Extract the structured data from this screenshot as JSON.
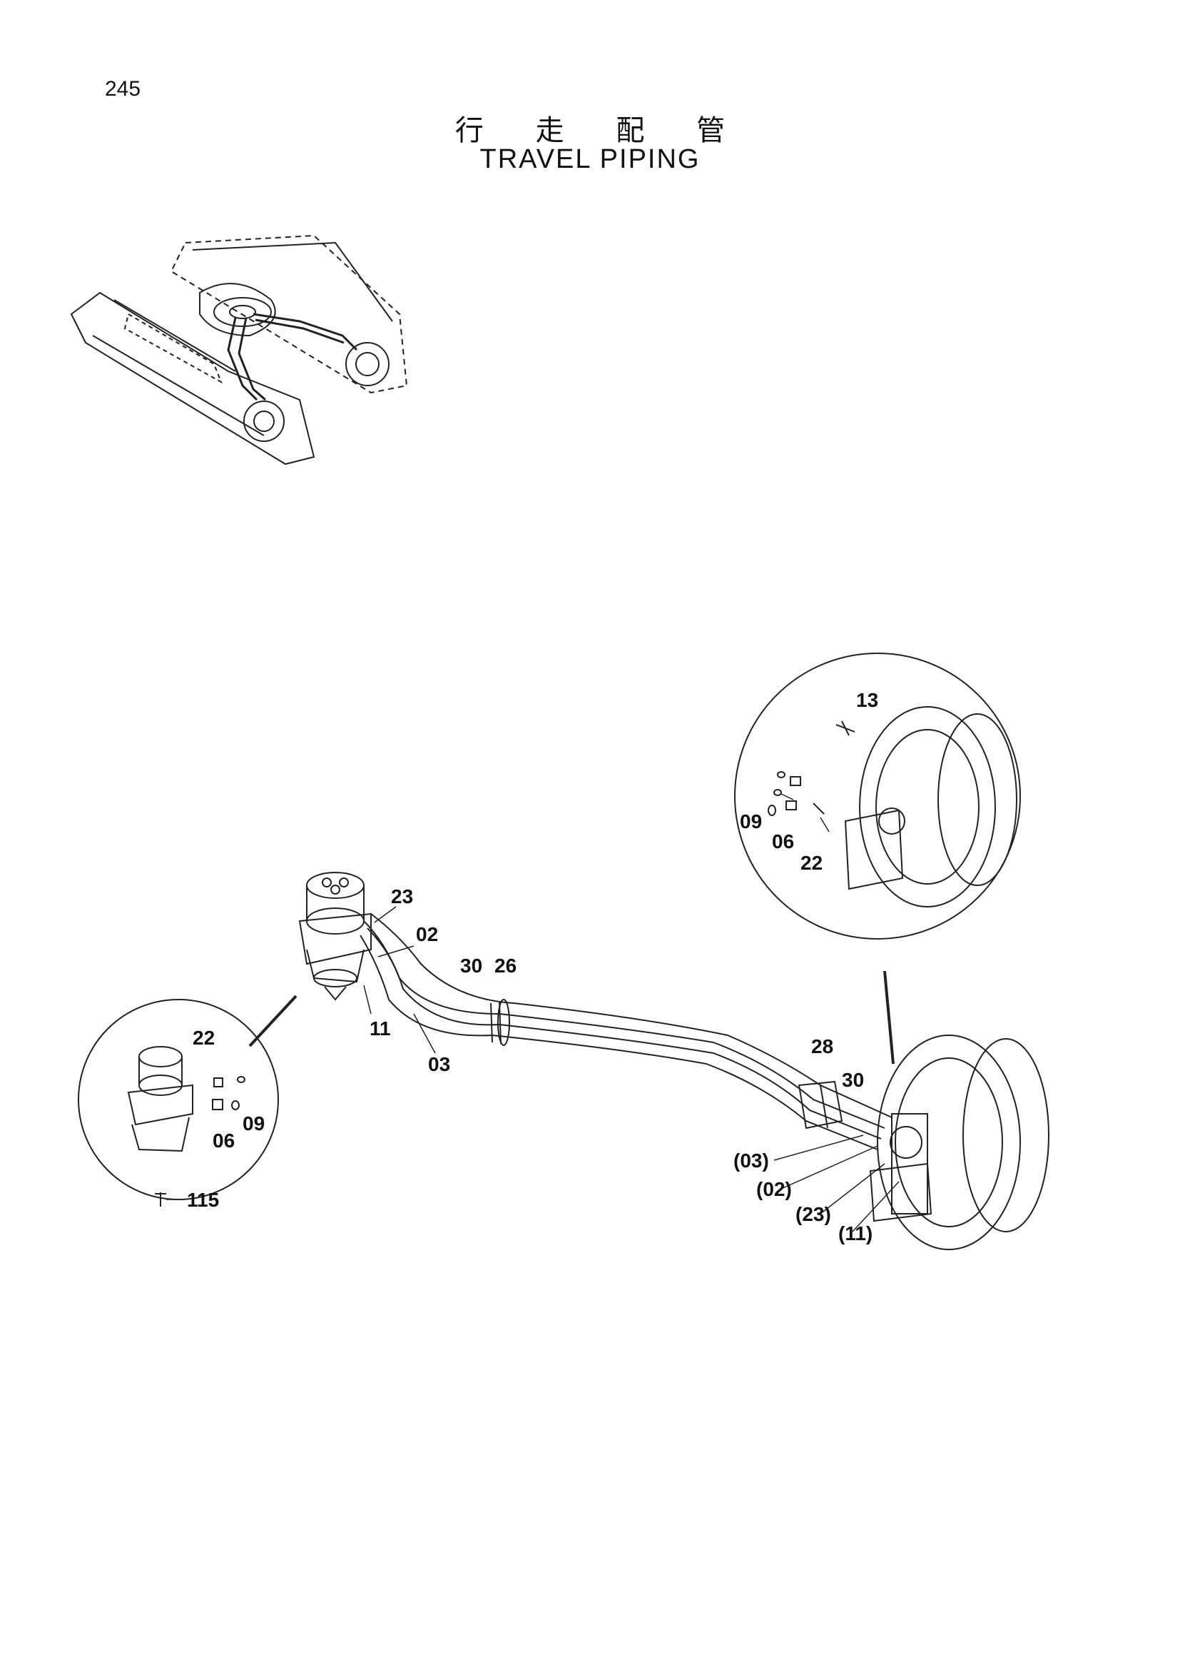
{
  "page_number": "245",
  "title_cjk": "行 走 配 管",
  "title_en": "TRAVEL PIPING",
  "callouts": {
    "main": {
      "c23": "23",
      "c02": "02",
      "c30": "30",
      "c26": "26",
      "c11": "11",
      "c03": "03",
      "c28": "28",
      "c30b": "30"
    },
    "motor_side": {
      "p03": "(03)",
      "p02": "(02)",
      "p23": "(23)",
      "p11": "(11)"
    },
    "detail_motor": {
      "c13": "13",
      "c09": "09",
      "c06": "06",
      "c22": "22"
    },
    "detail_joint": {
      "c22": "22",
      "c06": "06",
      "c09": "09",
      "c115": "115"
    }
  }
}
